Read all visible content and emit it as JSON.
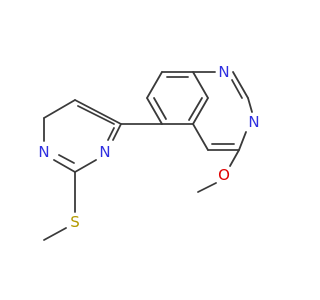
{
  "molecule": {
    "colors": {
      "bond": "#3a3a3a",
      "N": "#2f2fe0",
      "S": "#b39a00",
      "O": "#e00000"
    },
    "atoms": {
      "n_quinaz_1": "N",
      "n_quinaz_3": "N",
      "o_methoxy": "O",
      "n_pyrim_3": "N",
      "n_pyrim_1": "N",
      "s_methylthio": "S"
    }
  }
}
